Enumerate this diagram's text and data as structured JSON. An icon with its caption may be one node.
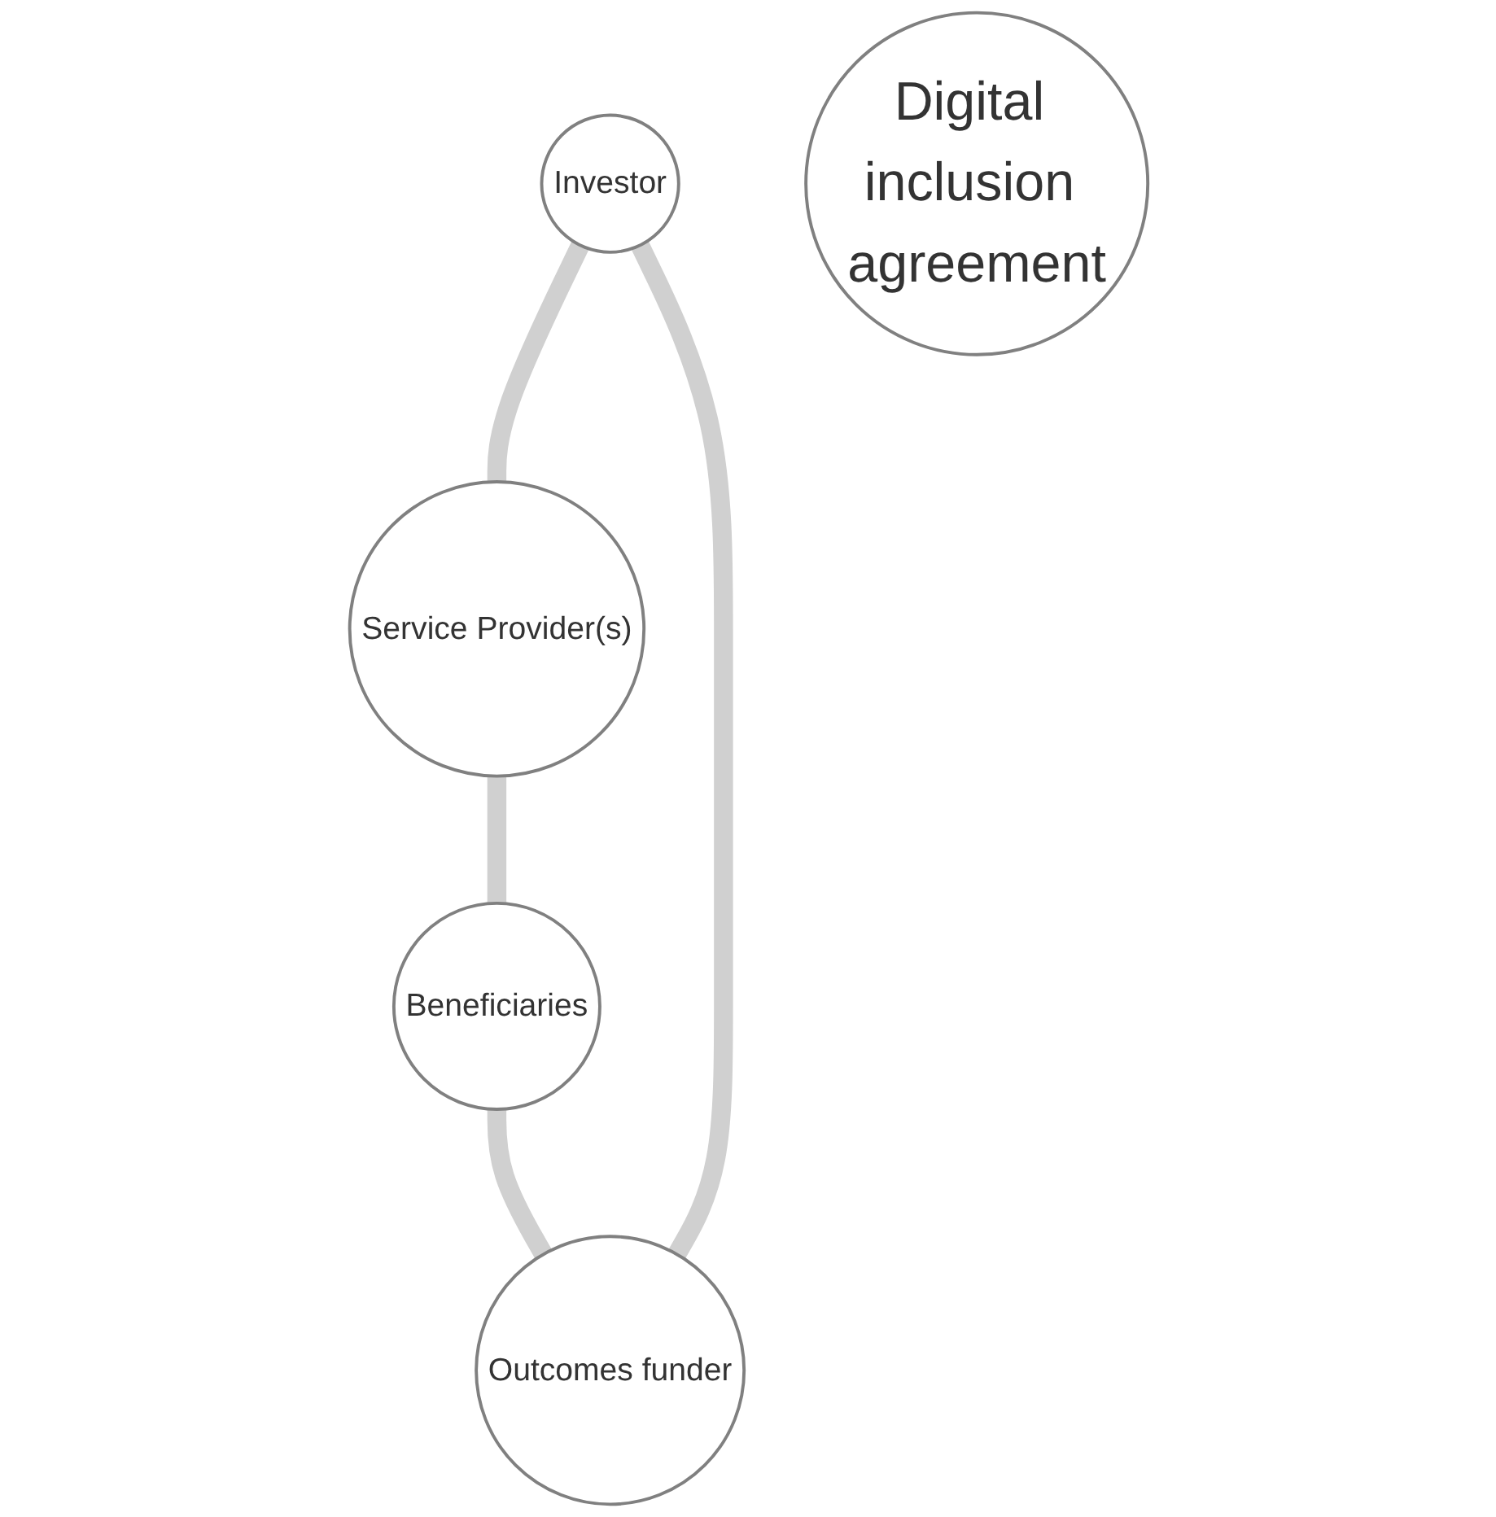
{
  "diagram": {
    "nodes": [
      {
        "text": [
          "Investor"
        ]
      },
      {
        "text": [
          "Outcomes funder"
        ]
      },
      {
        "text": [
          "Digital inclusion agreement"
        ]
      },
      {
        "text": [
          "Service Provider(s)"
        ]
      },
      {
        "text": [
          "Beneficiaries"
        ]
      }
    ],
    "edges": [
      {
        "from": 0,
        "to": 3,
        "arrow": "none"
      },
      {
        "from": 3,
        "to": 4,
        "arrow": "none"
      },
      {
        "from": 4,
        "to": 1,
        "arrow": "none"
      },
      {
        "from": 1,
        "to": 0,
        "arrow": "none"
      }
    ]
  }
}
